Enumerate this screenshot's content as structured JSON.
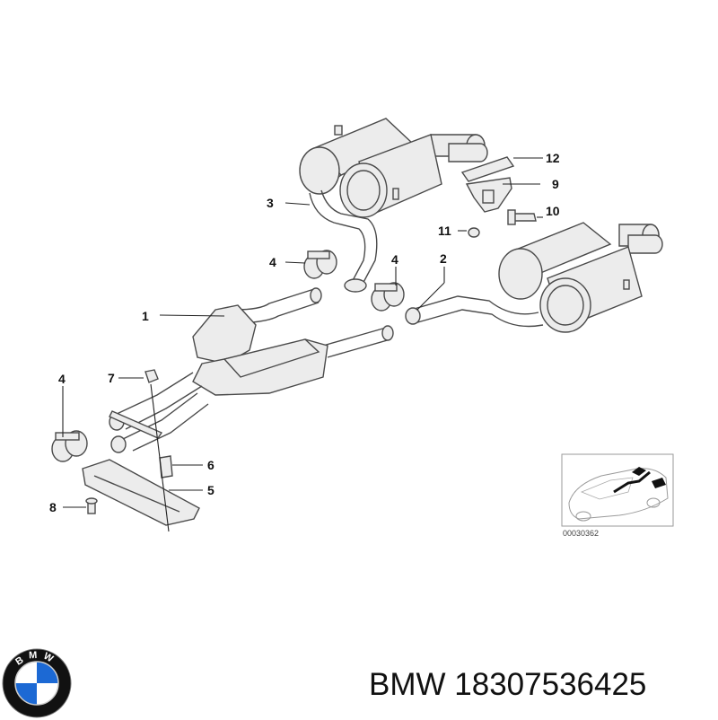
{
  "brand": {
    "name": "BMW",
    "logo_letters": "BMW",
    "colors": {
      "blue": "#1c69d4",
      "ring": "#111111",
      "white": "#ffffff"
    }
  },
  "part_number": "18307536425",
  "diagram": {
    "reference_code": "00030362",
    "callouts": [
      {
        "id": "1",
        "label": "1"
      },
      {
        "id": "2",
        "label": "2"
      },
      {
        "id": "3",
        "label": "3"
      },
      {
        "id": "4a",
        "label": "4"
      },
      {
        "id": "4b",
        "label": "4"
      },
      {
        "id": "4c",
        "label": "4"
      },
      {
        "id": "5",
        "label": "5"
      },
      {
        "id": "6",
        "label": "6"
      },
      {
        "id": "7",
        "label": "7"
      },
      {
        "id": "8",
        "label": "8"
      },
      {
        "id": "9",
        "label": "9"
      },
      {
        "id": "10",
        "label": "10"
      },
      {
        "id": "11",
        "label": "11"
      },
      {
        "id": "12",
        "label": "12"
      }
    ]
  }
}
